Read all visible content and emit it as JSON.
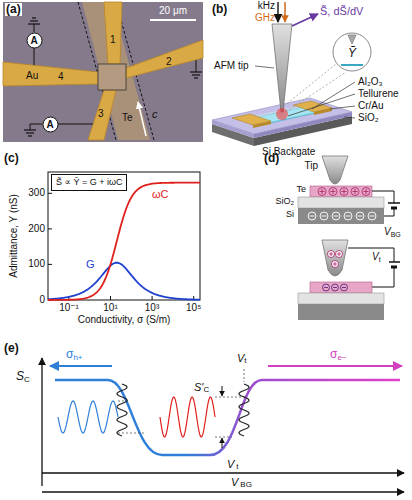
{
  "diagram": {
    "nodes": [
      {
        "text": [
          "A"
        ]
      },
      {
        "text": [
          "A"
        ]
      },
      {
        "text": [
          "Ỹ"
        ]
      },
      {
        "text": [
          "S̃ ∝ Ỹ = G + iωC"
        ]
      }
    ],
    "labels": [
      "(a)",
      "20 μm",
      "1",
      "2",
      "3",
      "4",
      "Au",
      "Te",
      "c",
      "(b)",
      "kHz",
      "GHz",
      "S̃, dS̃/dV",
      "AFM tip",
      "Al₂O₃",
      "Tellurene",
      "Cr/Au",
      "SiO₂",
      "Si Backgate",
      "(c)",
      "Admittance, Y (nS)",
      "Conductivity, σ (S/m)",
      "0",
      "100",
      "200",
      "300",
      "10⁻¹",
      "10¹",
      "10³",
      "10⁵",
      "ωC",
      "G",
      "(d)",
      "Tip",
      "Te",
      "SiO₂",
      "Si",
      "V",
      "BG",
      "V",
      "t",
      "(e)",
      "S",
      "C",
      "σ",
      "h+",
      "σ",
      "e−",
      "V",
      "t",
      "S′",
      "C",
      "V",
      "t",
      "V",
      "BG"
    ]
  }
}
